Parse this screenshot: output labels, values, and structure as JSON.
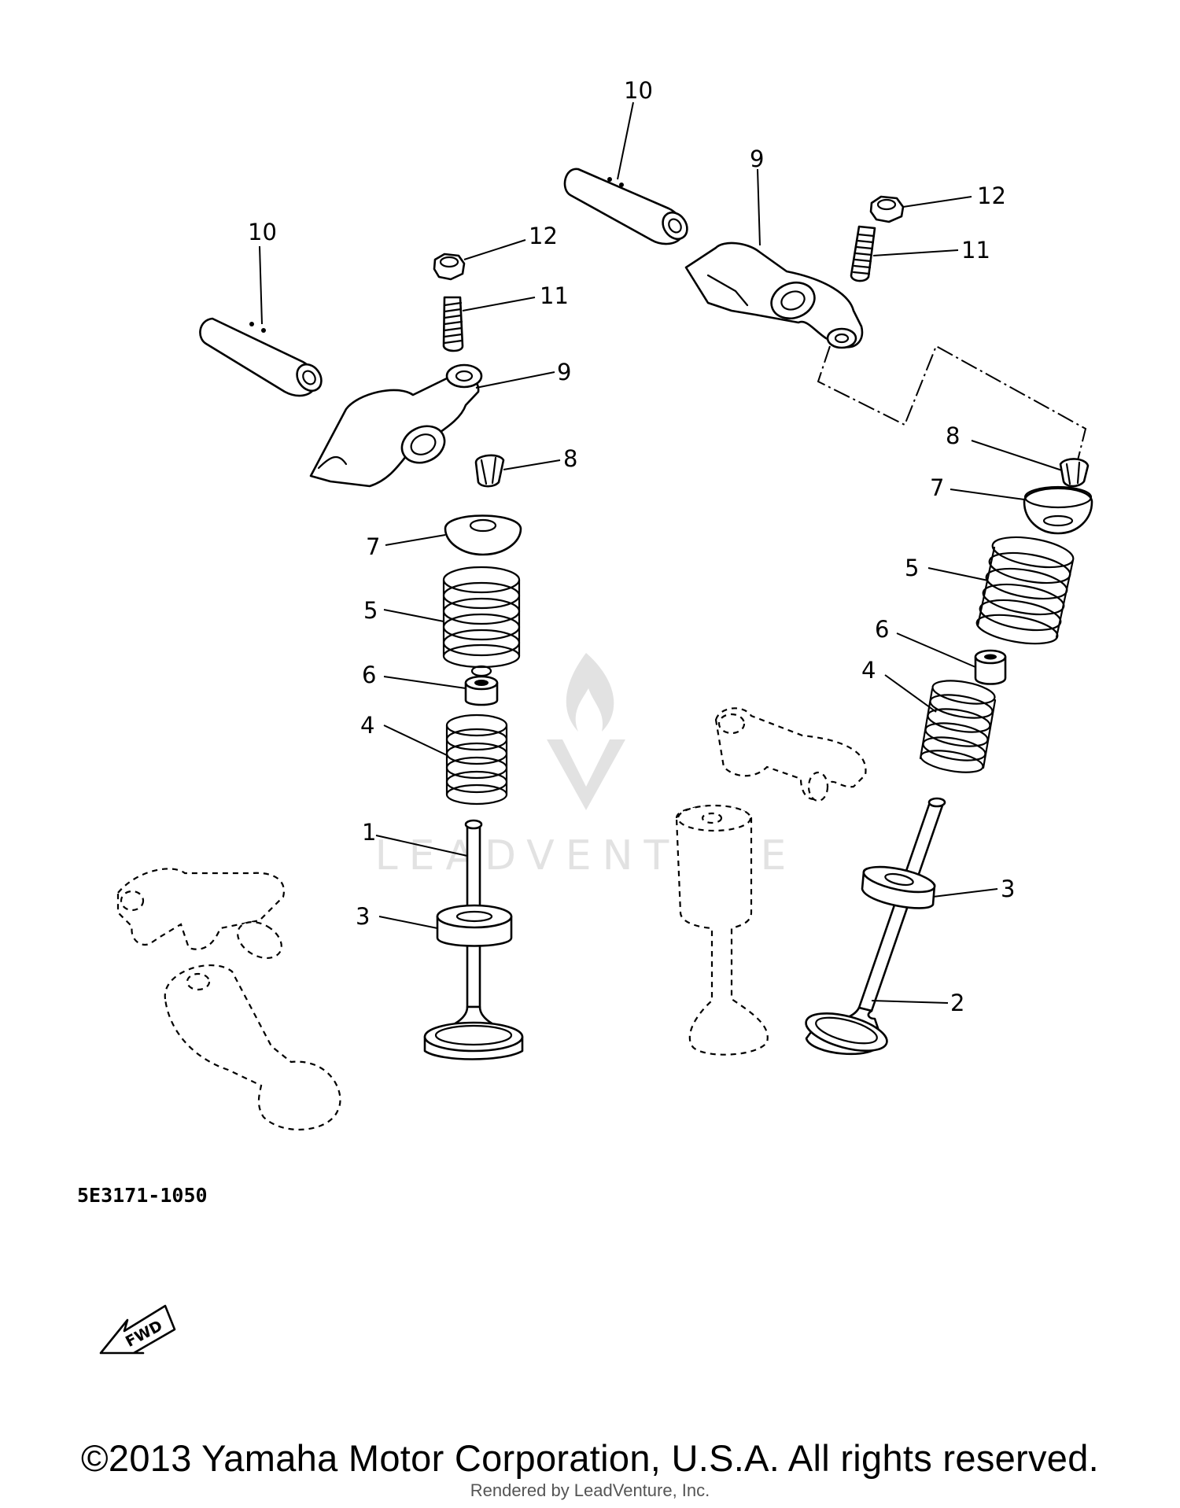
{
  "diagram": {
    "code": "5E3171-1050",
    "fwd_label": "FWD",
    "watermark": "LEADVENTURE",
    "callouts": {
      "left": {
        "c10": "10",
        "c12": "12",
        "c11": "11",
        "c9": "9",
        "c8": "8",
        "c7": "7",
        "c5": "5",
        "c6": "6",
        "c4": "4",
        "c1": "1",
        "c3": "3"
      },
      "right": {
        "c10": "10",
        "c9": "9",
        "c12": "12",
        "c11": "11",
        "c8": "8",
        "c7": "7",
        "c5": "5",
        "c6": "6",
        "c4": "4",
        "c3": "3",
        "c2": "2"
      }
    }
  },
  "footer": {
    "copyright": "©2013 Yamaha Motor Corporation, U.S.A. All rights reserved.",
    "rendered_by": "Rendered by LeadVenture, Inc."
  }
}
